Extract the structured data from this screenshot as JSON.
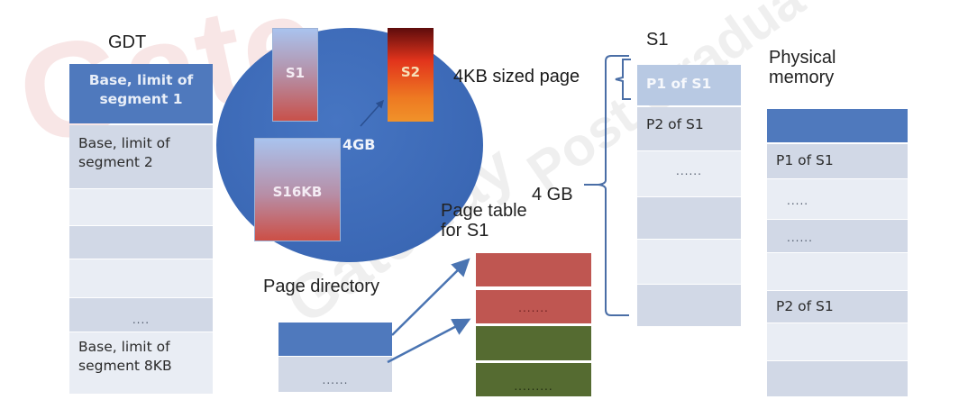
{
  "gdt": {
    "title": "GDT",
    "rows": [
      {
        "text": "Base, limit of segment 1",
        "style": "blue"
      },
      {
        "text": "Base, limit of segment 2",
        "style": "dark"
      },
      {
        "text": "",
        "style": "light"
      },
      {
        "text": "",
        "style": "dark"
      },
      {
        "text": "",
        "style": "light"
      },
      {
        "text": "....",
        "style": "dark"
      },
      {
        "text": "Base, limit of segment 8KB",
        "style": "light"
      }
    ]
  },
  "linear_space": {
    "segments": [
      {
        "name": "S1"
      },
      {
        "name": "S2"
      },
      {
        "name": "S16KB"
      }
    ],
    "size_label": "4GB"
  },
  "page_directory": {
    "title": "Page directory",
    "rows": [
      {
        "text": "",
        "style": "blue"
      },
      {
        "text": "......",
        "style": "dark"
      }
    ]
  },
  "page_table": {
    "title_line1": "Page table",
    "title_line2": "for S1",
    "rows": [
      {
        "text": "",
        "style": "red"
      },
      {
        "text": ".......",
        "style": "red"
      },
      {
        "text": "",
        "style": "green"
      },
      {
        "text": ".........",
        "style": "green"
      }
    ]
  },
  "brackets": {
    "page_label": "4KB sized page",
    "total_label": "4 GB"
  },
  "s1_pages": {
    "title": "S1",
    "rows": [
      {
        "text": "P1 of S1",
        "style": "s1head"
      },
      {
        "text": "P2 of S1",
        "style": "dark"
      },
      {
        "text": "......",
        "style": "light"
      },
      {
        "text": "",
        "style": "dark"
      },
      {
        "text": "",
        "style": "light"
      },
      {
        "text": "",
        "style": "dark"
      }
    ]
  },
  "physical_memory": {
    "title_line1": "Physical",
    "title_line2": "memory",
    "rows": [
      {
        "text": "",
        "style": "blue"
      },
      {
        "text": "P1 of S1",
        "style": "dark"
      },
      {
        "text": ".....",
        "style": "light"
      },
      {
        "text": "......",
        "style": "dark"
      },
      {
        "text": "",
        "style": "light"
      },
      {
        "text": "P2 of S1",
        "style": "dark"
      },
      {
        "text": "",
        "style": "light"
      },
      {
        "text": "",
        "style": "dark"
      }
    ]
  },
  "colors": {
    "blue": "#4f79bd",
    "ellipse": "#3d6bb8",
    "red": "#bf5651",
    "green": "#556b31",
    "row_dark": "#d1d8e6",
    "row_light": "#e9edf4"
  }
}
